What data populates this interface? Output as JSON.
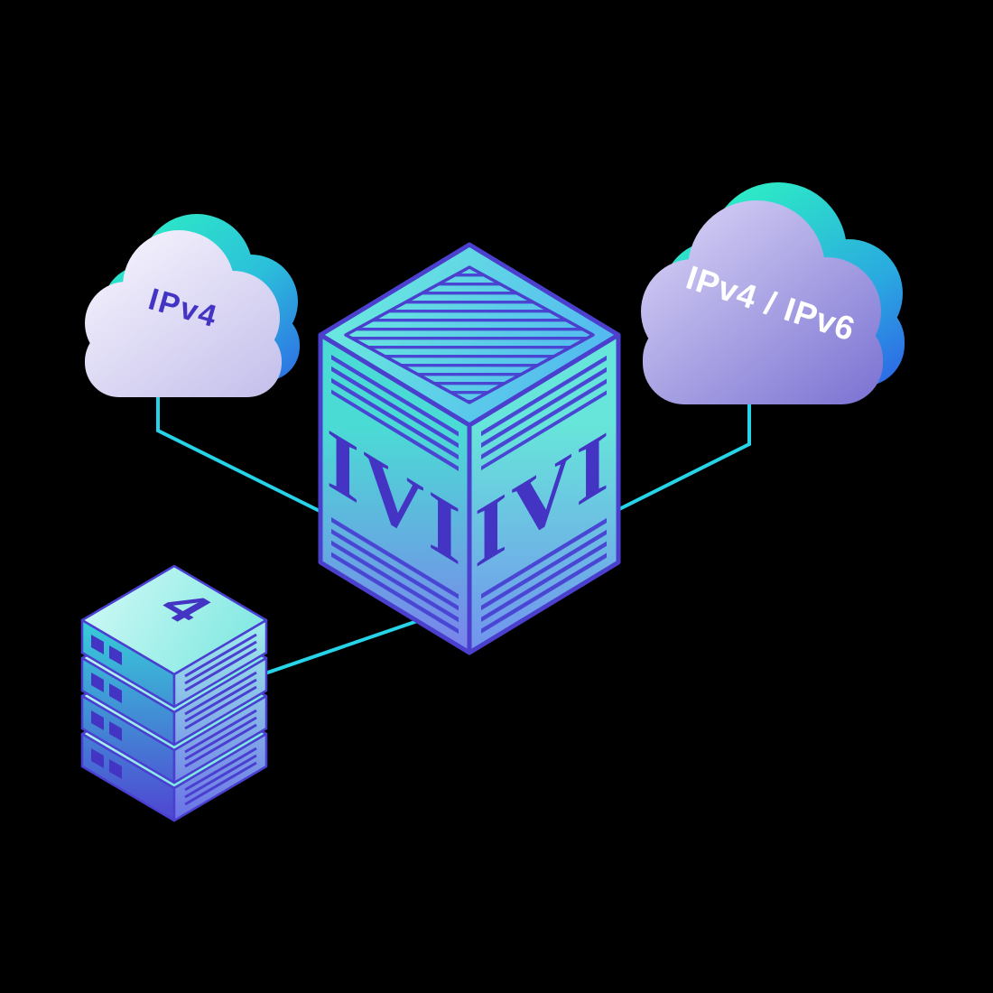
{
  "illustration": {
    "clouds": {
      "ipv4": {
        "label": "IPv4"
      },
      "dual_stack": {
        "label": "IPv4 / IPv6"
      }
    },
    "translator": {
      "left_face_label": "IVI",
      "right_face_label": "IVI"
    },
    "server_rack": {
      "count_label": "4",
      "visible_units": 4
    },
    "colors": {
      "background": "#000000",
      "connector_cyan": "#27d3e8",
      "edge_indigo": "#4b40ce",
      "label_indigo": "#4334c4",
      "teal_accent": "#2deac6",
      "accent_blue": "#2f58e8",
      "cloud_lavender_light": "#efedfa",
      "cloud_purple": "#7b73d2",
      "cube_cyan": "#4adcd4",
      "cube_blue": "#7b82ec",
      "label_white": "#ffffff"
    }
  }
}
